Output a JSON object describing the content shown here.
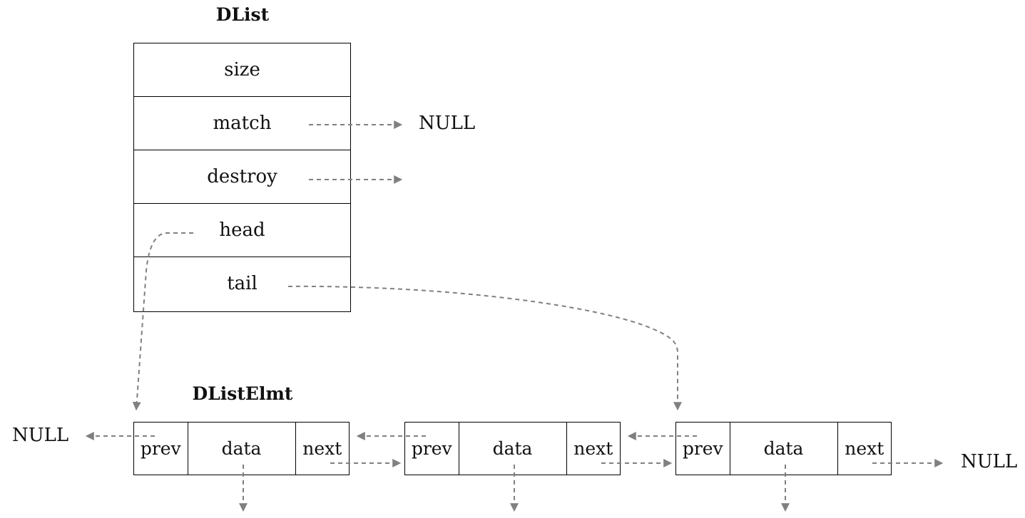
{
  "dlist": {
    "title": "DList",
    "fields": [
      "size",
      "match",
      "destroy",
      "head",
      "tail"
    ]
  },
  "dlistelmt": {
    "title": "DListElmt",
    "nodes": [
      {
        "prev": "prev",
        "data": "data",
        "next": "next"
      },
      {
        "prev": "prev",
        "data": "data",
        "next": "next"
      },
      {
        "prev": "prev",
        "data": "data",
        "next": "next"
      }
    ]
  },
  "nulls": {
    "match_null": "NULL",
    "prev_null": "NULL",
    "next_null": "NULL"
  },
  "colors": {
    "arrow": "#808080",
    "border": "#000000"
  }
}
